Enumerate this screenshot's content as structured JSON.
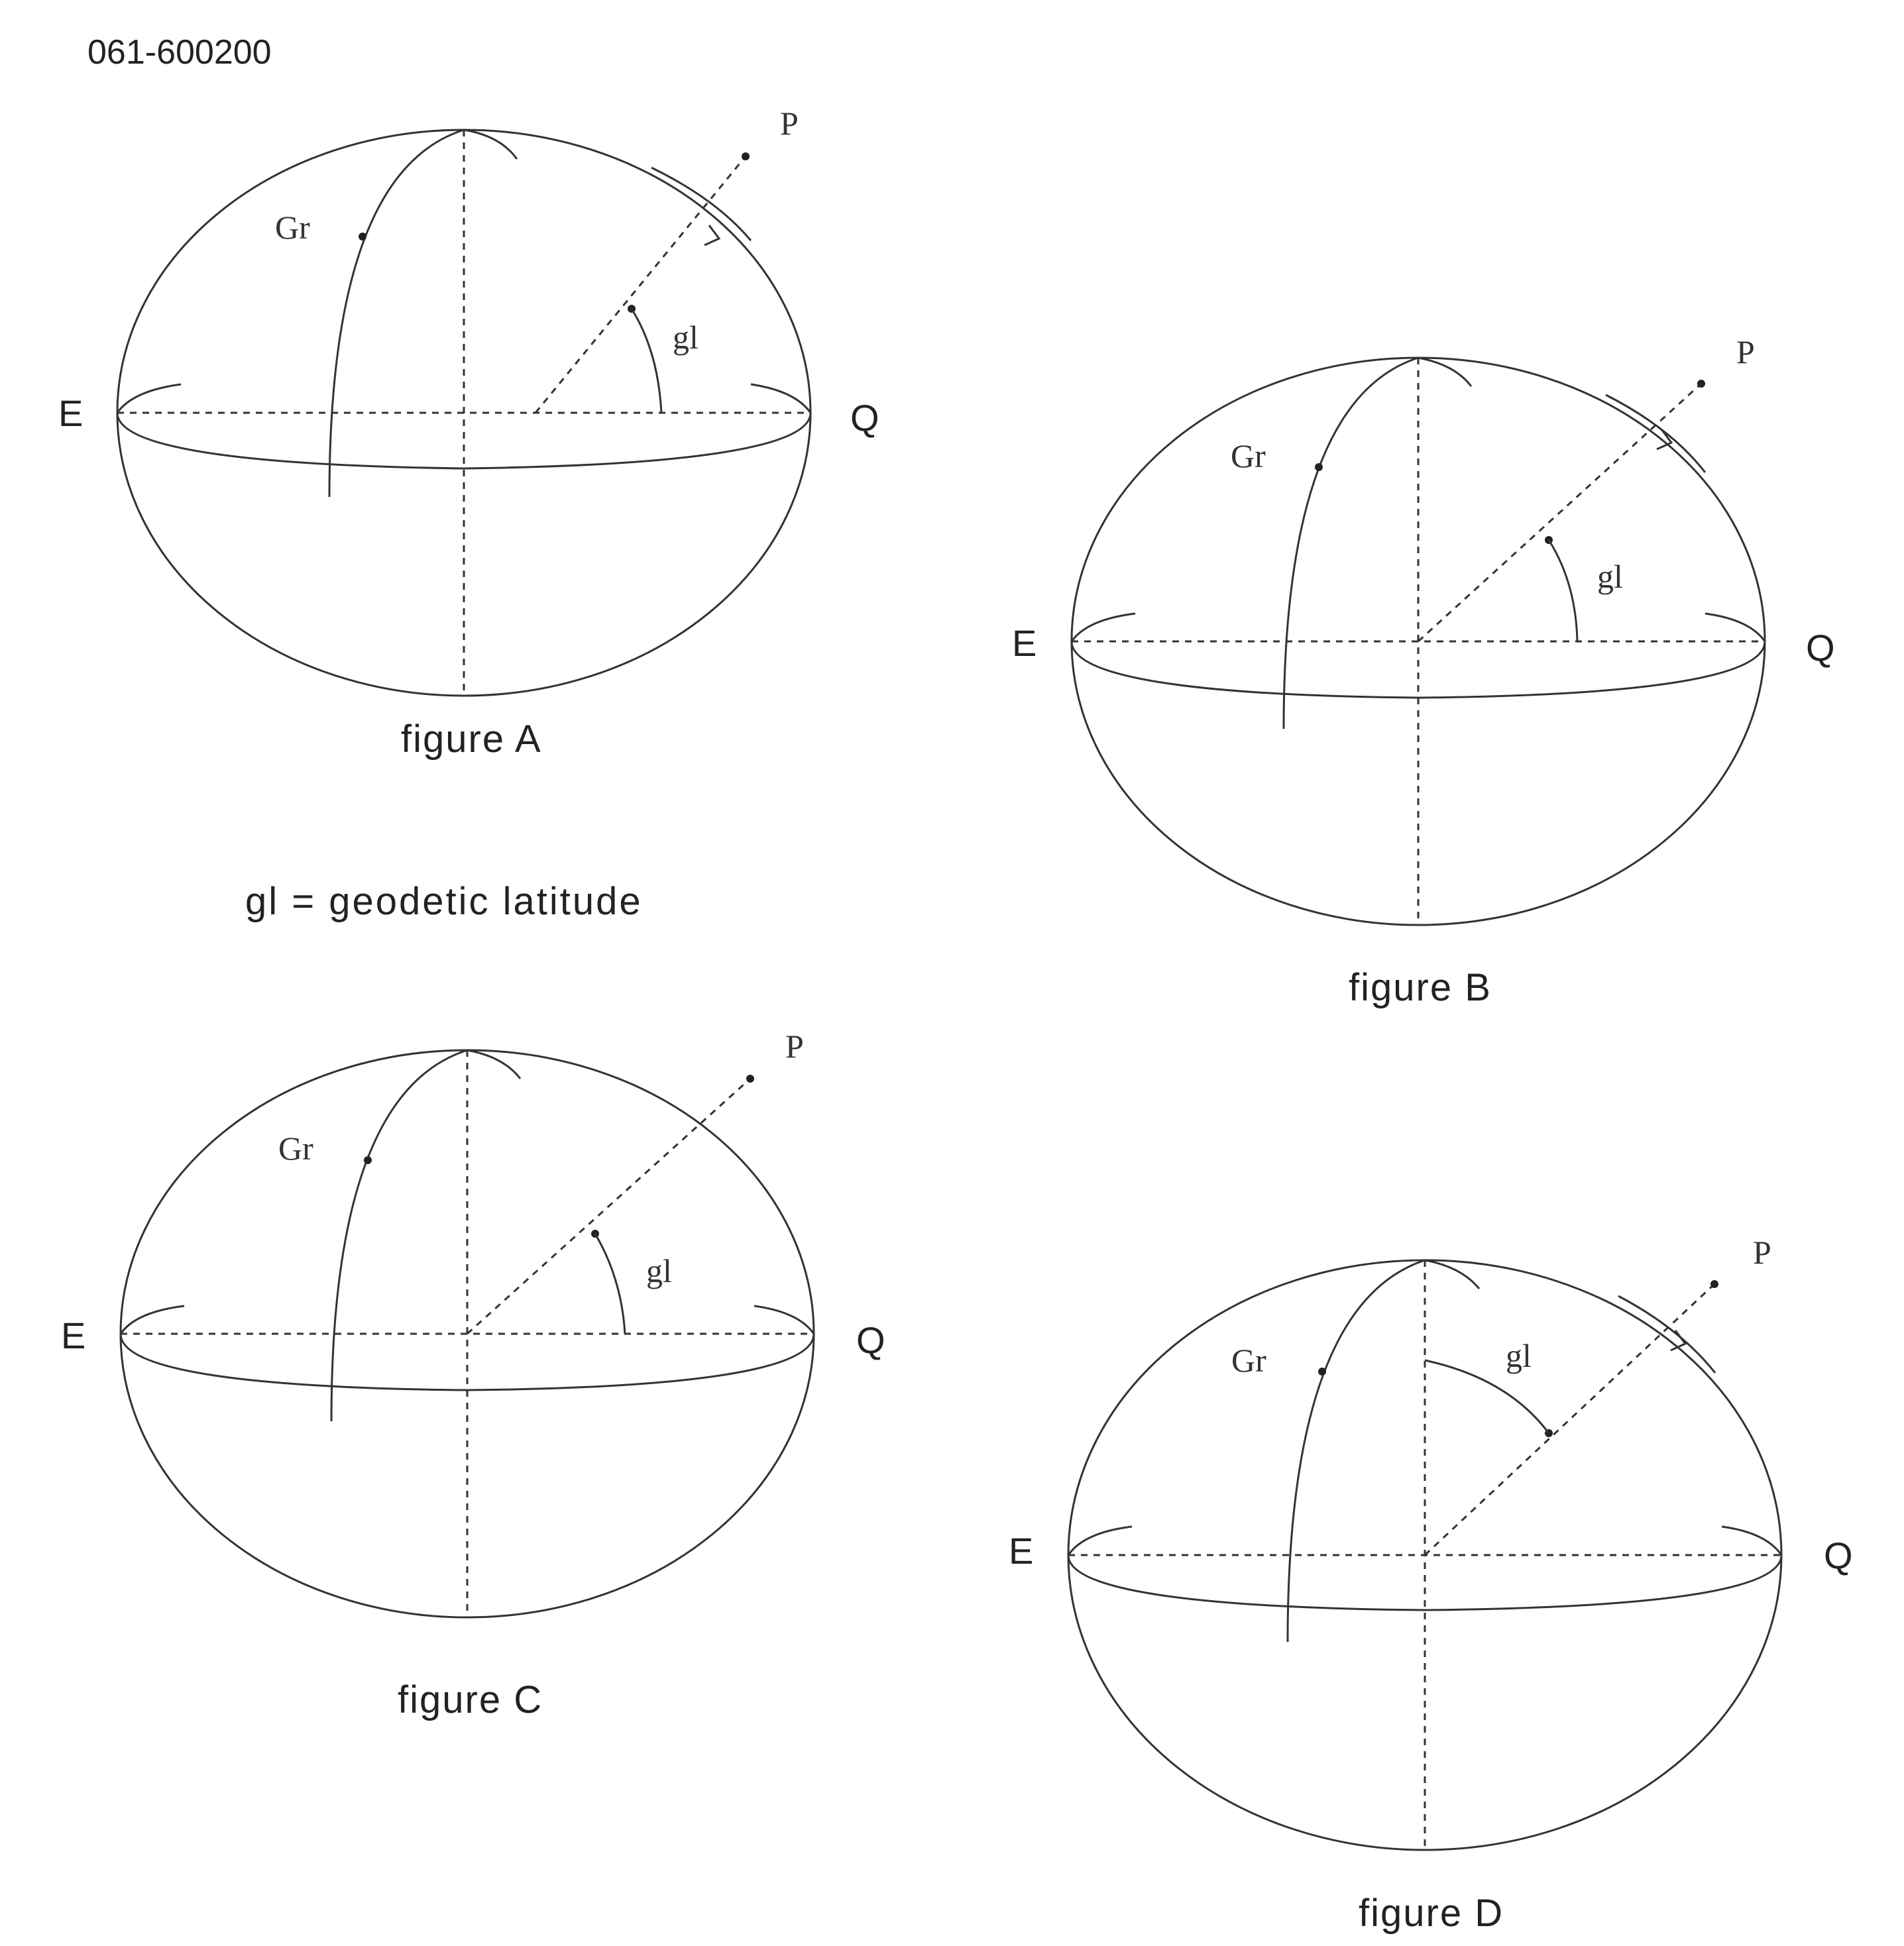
{
  "doc_code": "061-600200",
  "legend": "gl = geodetic latitude",
  "labels": {
    "east": "E",
    "equator_end": "Q",
    "point": "P",
    "greenwich": "Gr",
    "latitude": "gl"
  },
  "figures": [
    {
      "id": "A",
      "caption": "figure A"
    },
    {
      "id": "B",
      "caption": "figure B"
    },
    {
      "id": "C",
      "caption": "figure C"
    },
    {
      "id": "D",
      "caption": "figure D"
    }
  ]
}
